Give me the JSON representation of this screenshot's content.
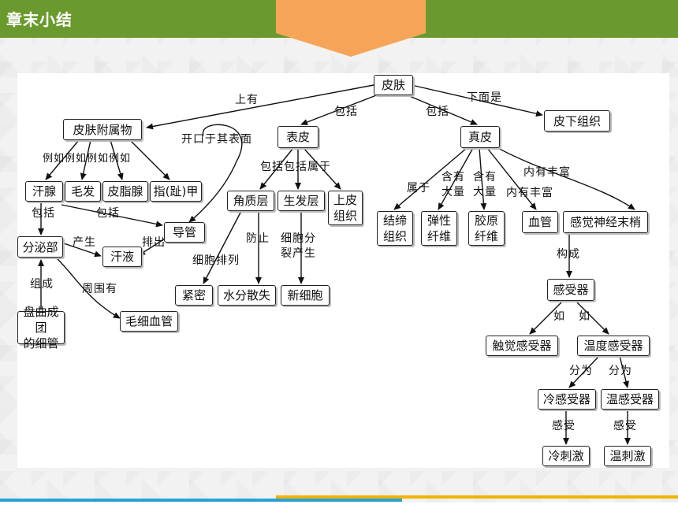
{
  "header": {
    "title": "章末小结"
  },
  "colors": {
    "header_green": "#6a9a2e",
    "tab_orange": "#f6a558",
    "footer_blue": "#2aa0d8",
    "footer_yellow": "#f0b400"
  },
  "nodes": {
    "pifu": "皮肤",
    "pifu_fushuwu": "皮肤附属物",
    "biaopi": "表皮",
    "zhenpi": "真皮",
    "pixia_zuzhi": "皮下组织",
    "hanxian": "汗腺",
    "maofa": "毛发",
    "pizhixian": "皮脂腺",
    "zhijia": "指(趾)甲",
    "daoguan": "导管",
    "fenmibu": "分泌部",
    "hanye": "汗液",
    "panqu": "盘曲成团\n的细管",
    "maoxi_xueguan": "毛细血管",
    "jiaozhiceng": "角质层",
    "shengfaceng": "生发层",
    "shangpi_zuzhi": "上皮\n组织",
    "jinmi": "紧密",
    "shuifen_sanshi": "水分散失",
    "xin_xibao": "新细胞",
    "jiedi_zuzhi": "结缔\n组织",
    "tanxing_xianwei": "弹性\n纤维",
    "jiaoyuan_xianwei": "胶原\n纤维",
    "xueguan": "血管",
    "ganjue_shenjing": "感觉神经末梢",
    "ganshouqi": "感受器",
    "chujue_ganshouqi": "触觉感受器",
    "wendu_ganshouqi": "温度感受器",
    "leng_ganshouqi": "冷感受器",
    "wen_ganshouqi": "温感受器",
    "leng_cijia": "冷刺激",
    "wen_cijia": "温刺激"
  },
  "labels": {
    "shangyou": "上有",
    "baokuo1": "包括",
    "baokuo2": "包括",
    "xiamianshi": "下面是",
    "kaikou": "开口于其表面",
    "liru": "例如例如例如例如",
    "baokuo3": "包括",
    "baokuo4": "包括",
    "chansheng": "产生",
    "paichu": "排出",
    "zucheng": "组成",
    "zhouweiyou": "周围有",
    "baokuo_shuyu": "包括包括属于",
    "xibao_pailie": "细胞排列",
    "fangzhi": "防止",
    "xibao_fenlie": "细胞分\n裂产生",
    "shuyu": "属于",
    "hanyou_dl1": "含有\n大量",
    "hanyou_dl2": "含有\n大量",
    "neiyou_fengfu1": "内有丰富",
    "neiyou_fengfu2": "内有丰富",
    "goucheng": "构成",
    "ru1": "如",
    "ru2": "如",
    "fenwei1": "分为",
    "fenwei2": "分为",
    "ganshou1": "感受",
    "ganshou2": "感受"
  }
}
